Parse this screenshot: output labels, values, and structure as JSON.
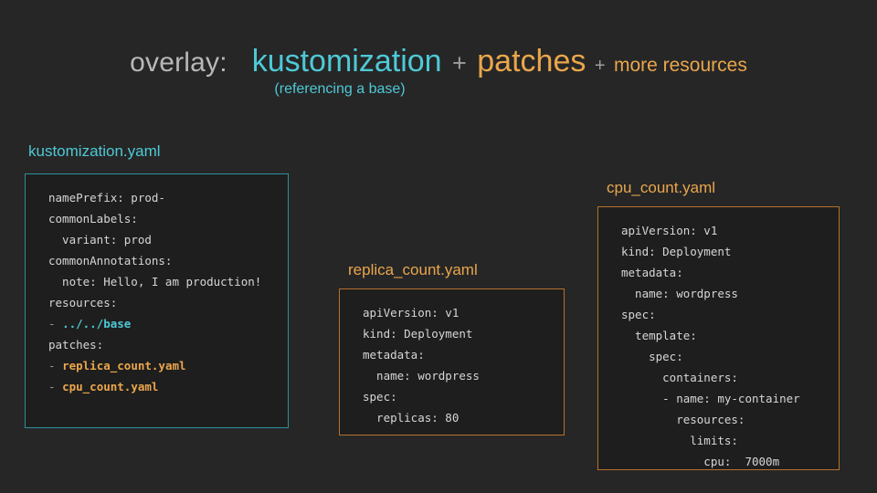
{
  "slide": {
    "background_color": "#262626",
    "accent_cyan": "#4ec9d6",
    "accent_orange": "#eaa64c",
    "text_grey": "#b8b8b8"
  },
  "header": {
    "overlay_label": "overlay:",
    "term_kustomization": "kustomization",
    "plus_1": "+",
    "term_patches": "patches",
    "plus_2": "+",
    "term_more_resources": "more resources",
    "subtitle": "(referencing a base)"
  },
  "files": [
    {
      "label": "kustomization.yaml",
      "accent": "#4ec9d6",
      "lines": [
        "namePrefix: prod-",
        "commonLabels:",
        "  variant: prod",
        "commonAnnotations:",
        "  note: Hello, I am production!",
        "resources:",
        "- ../../base",
        "patches:",
        "- replica_count.yaml",
        "- cpu_count.yaml"
      ],
      "highlights": {
        "base_path": "../../base",
        "patch_1": "replica_count.yaml",
        "patch_2": "cpu_count.yaml",
        "dash": "-"
      }
    },
    {
      "label": "replica_count.yaml",
      "accent": "#eaa64c",
      "lines": [
        "apiVersion: v1",
        "kind: Deployment",
        "metadata:",
        "  name: wordpress",
        "spec:",
        "  replicas: 80"
      ]
    },
    {
      "label": "cpu_count.yaml",
      "accent": "#eaa64c",
      "lines": [
        "apiVersion: v1",
        "kind: Deployment",
        "metadata:",
        "  name: wordpress",
        "spec:",
        "  template:",
        "    spec:",
        "      containers:",
        "      - name: my-container",
        "        resources:",
        "          limits:",
        "            cpu:  7000m"
      ]
    }
  ]
}
